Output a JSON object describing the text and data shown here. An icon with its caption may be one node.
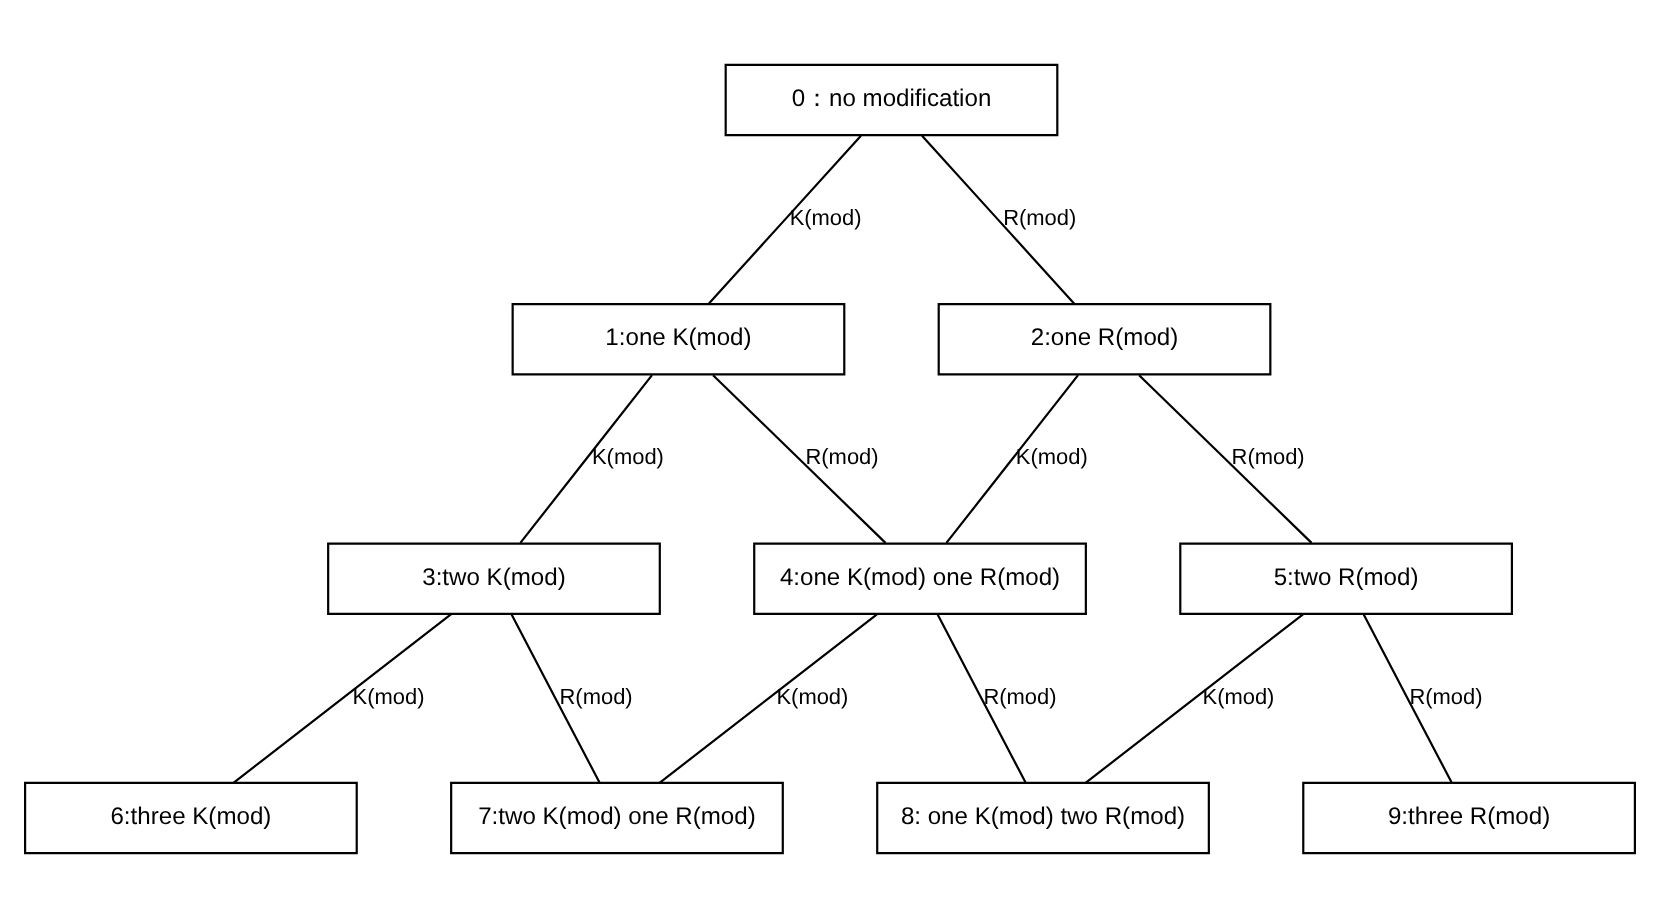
{
  "diagram": {
    "nodes": [
      {
        "text": [
          "0：no modification"
        ]
      },
      {
        "text": [
          "1:one K(mod)"
        ]
      },
      {
        "text": [
          "2:one R(mod)"
        ]
      },
      {
        "text": [
          "3:two K(mod)"
        ]
      },
      {
        "text": [
          "4:one K(mod) one R(mod)"
        ]
      },
      {
        "text": [
          "5:two R(mod)"
        ]
      },
      {
        "text": [
          "6:three K(mod)"
        ]
      },
      {
        "text": [
          "7:two K(mod) one R(mod)"
        ]
      },
      {
        "text": [
          "8: one K(mod) two R(mod)"
        ]
      },
      {
        "text": [
          "9:three R(mod)"
        ]
      }
    ],
    "edges": [
      {
        "from": 0,
        "to": 1,
        "arrow": "none",
        "label": "K(mod)"
      },
      {
        "from": 0,
        "to": 2,
        "arrow": "none",
        "label": "R(mod)"
      },
      {
        "from": 1,
        "to": 3,
        "arrow": "none",
        "label": "K(mod)"
      },
      {
        "from": 1,
        "to": 4,
        "arrow": "none",
        "label": "R(mod)"
      },
      {
        "from": 2,
        "to": 4,
        "arrow": "none",
        "label": "K(mod)"
      },
      {
        "from": 2,
        "to": 5,
        "arrow": "none",
        "label": "R(mod)"
      },
      {
        "from": 3,
        "to": 6,
        "arrow": "none",
        "label": "K(mod)"
      },
      {
        "from": 3,
        "to": 7,
        "arrow": "none",
        "label": "R(mod)"
      },
      {
        "from": 4,
        "to": 7,
        "arrow": "none",
        "label": "K(mod)"
      },
      {
        "from": 4,
        "to": 8,
        "arrow": "none",
        "label": "R(mod)"
      },
      {
        "from": 5,
        "to": 8,
        "arrow": "none",
        "label": "K(mod)"
      },
      {
        "from": 5,
        "to": 9,
        "arrow": "none",
        "label": "R(mod)"
      }
    ]
  }
}
